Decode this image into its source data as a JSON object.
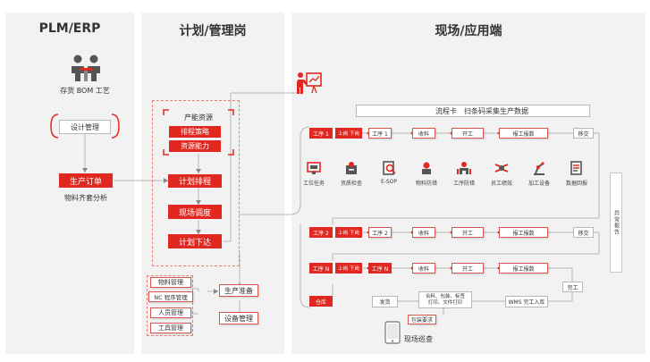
{
  "columns": {
    "plm": "PLM/ERP",
    "plan": "计划/管理岗",
    "field": "现场/应用端"
  },
  "plm": {
    "stock_bom": "存货 BOM 工艺",
    "design": "设计管理",
    "order": "生产订单",
    "material_analysis": "物料齐套分析"
  },
  "plan": {
    "capacity": "产能资源",
    "strategy": "排程策略",
    "resource_capacity": "资源能力",
    "plan_schedule": "计划排程",
    "field_dispatch": "现场调度",
    "plan_release": "计划下达",
    "material_mgmt": "物料管理",
    "nc_mgmt": "NC 程序管理",
    "personnel_mgmt": "人员管理",
    "tool_mgmt": "工具管理",
    "prod_prep": "生产准备",
    "equip_mgmt": "设备管理"
  },
  "field": {
    "flow_card": "流程卡",
    "scan_collect": "扫条码采集生产数据",
    "rows": [
      {
        "proc": "工序 1",
        "on_off": "上岗 下岗",
        "proc2": "工序 1",
        "recv": "收料",
        "start": "开工",
        "report": "报工报数",
        "handover": "移交"
      },
      {
        "proc": "工序 2",
        "on_off": "上岗 下岗",
        "proc2": "工序 2",
        "recv": "收料",
        "start": "开工",
        "report": "报工报数",
        "handover": "移交"
      },
      {
        "proc": "工序 N",
        "on_off": "上岗 下岗",
        "proc2": "工序 N",
        "recv": "收料",
        "start": "开工",
        "report": "报工报数",
        "handover": "完工"
      }
    ],
    "apps": [
      {
        "label": "工位任务",
        "icon": "workstation-task-icon"
      },
      {
        "label": "资质检查",
        "icon": "qualification-check-icon"
      },
      {
        "label": "E-SOP",
        "icon": "esop-icon"
      },
      {
        "label": "物料防错",
        "icon": "material-errorproof-icon"
      },
      {
        "label": "工序防错",
        "icon": "process-errorproof-icon"
      },
      {
        "label": "员工绩效",
        "icon": "staff-performance-icon"
      },
      {
        "label": "加工设备",
        "icon": "machine-equipment-icon"
      },
      {
        "label": "数据回报",
        "icon": "data-report-icon"
      }
    ],
    "warehouse": "仓库",
    "ship": "发货",
    "pack_line1": "合料、包装、标签",
    "pack_line2": "打印、文件打印",
    "wms": "WMS 完工入库",
    "pack_req": "包装要求",
    "patrol": "现场巡查",
    "exception": "异常报告"
  },
  "colors": {
    "accent": "#e02820",
    "panel": "#f2f2f2"
  }
}
